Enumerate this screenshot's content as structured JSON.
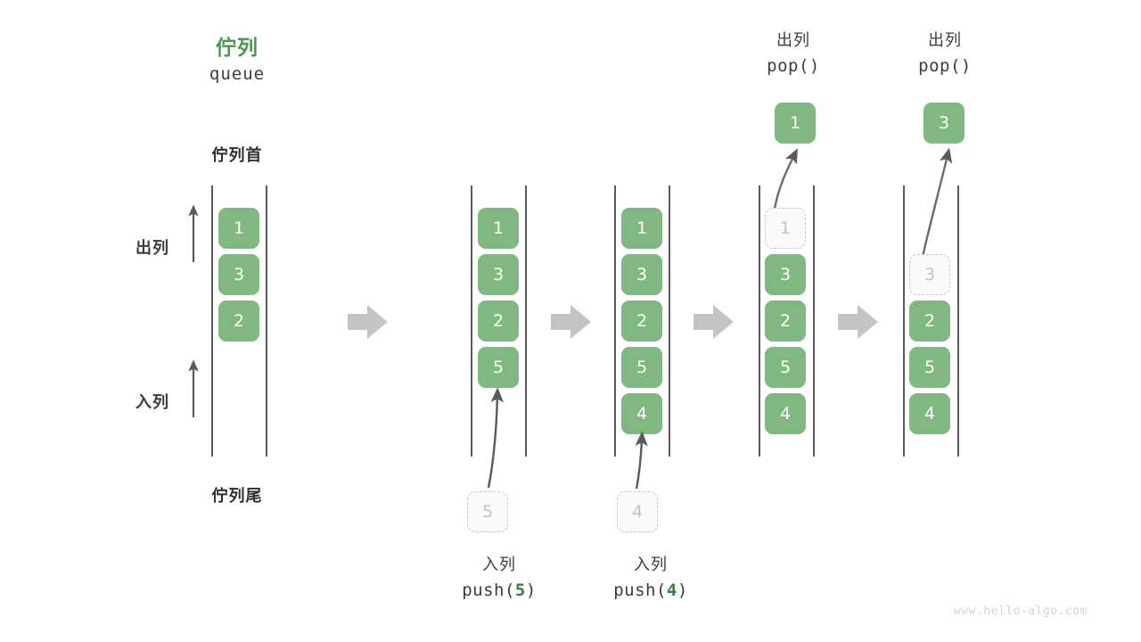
{
  "diagram": {
    "title_cn": "佇列",
    "title_en": "queue",
    "head_label": "佇列首",
    "tail_label": "佇列尾",
    "dequeue_label": "出列",
    "enqueue_label": "入列",
    "watermark": "www.hello-algo.com",
    "accent_color": "#489A4E",
    "cell_color": "#81B781",
    "ghost_color": "#c9c9c9",
    "arrow_color": "#5a5a5a",
    "block_arrow_color": "#c4c4c4"
  },
  "captions": {
    "push5": {
      "cn": "入列",
      "code_prefix": "push(",
      "code_value": "5",
      "code_suffix": ")"
    },
    "push4": {
      "cn": "入列",
      "code_prefix": "push(",
      "code_value": "4",
      "code_suffix": ")"
    },
    "pop1": {
      "cn": "出列",
      "code": "pop()"
    },
    "pop2": {
      "cn": "出列",
      "code": "pop()"
    }
  },
  "states": [
    {
      "name": "initial",
      "cells": [
        "1",
        "3",
        "2"
      ],
      "ghost_index": -1
    },
    {
      "name": "after-push-5",
      "cells": [
        "1",
        "3",
        "2",
        "5"
      ],
      "ghost_index": -1,
      "incoming": "5"
    },
    {
      "name": "after-push-4",
      "cells": [
        "1",
        "3",
        "2",
        "5",
        "4"
      ],
      "ghost_index": -1,
      "incoming": "4"
    },
    {
      "name": "after-pop-1",
      "cells": [
        "1",
        "3",
        "2",
        "5",
        "4"
      ],
      "ghost_index": 0,
      "popped": "1"
    },
    {
      "name": "after-pop-3",
      "cells": [
        "3",
        "2",
        "5",
        "4"
      ],
      "ghost_index": 0,
      "popped": "3"
    }
  ]
}
